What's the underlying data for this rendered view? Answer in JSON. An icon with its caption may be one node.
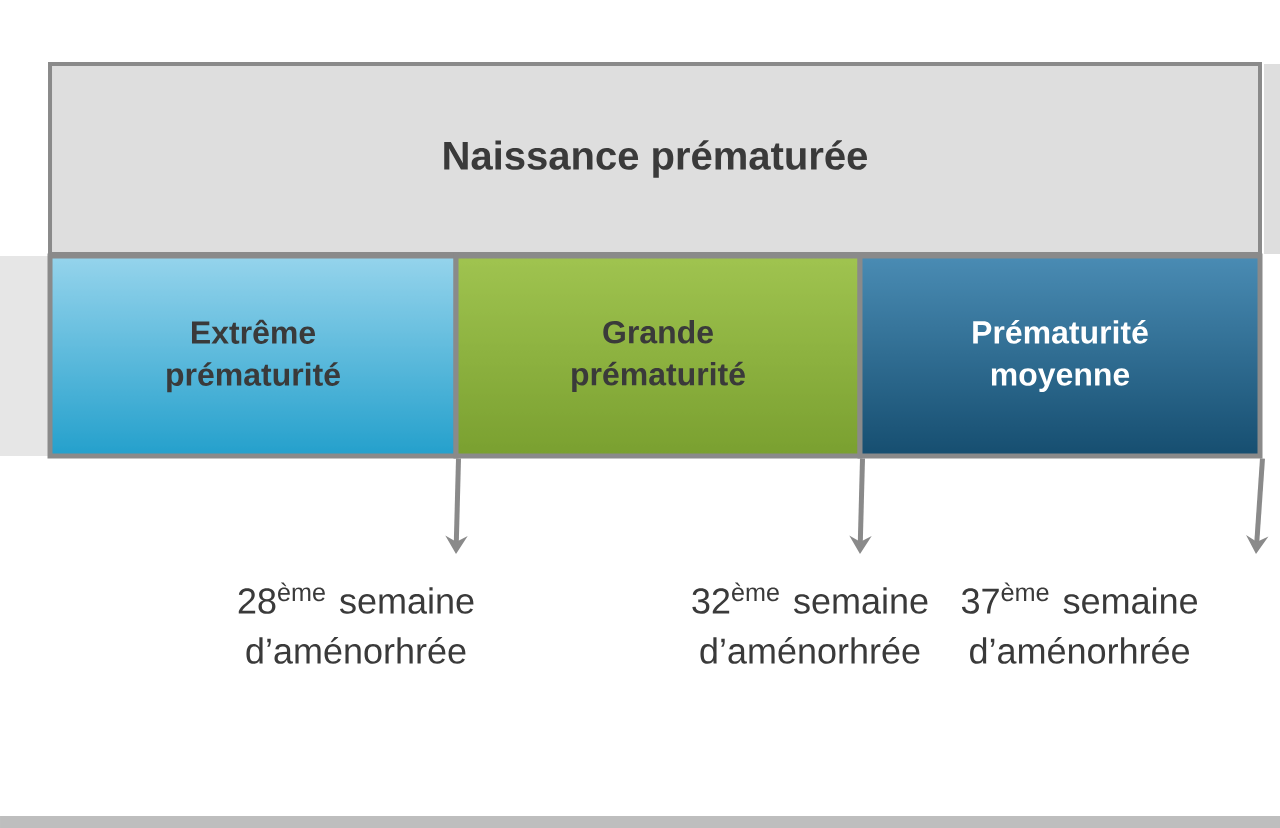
{
  "diagram": {
    "nodes": [
      {
        "text": [
          "Naissance prématurée"
        ]
      },
      {
        "text": [
          "Extrême prématurité"
        ]
      },
      {
        "text": [
          "Grande prématurité"
        ]
      },
      {
        "text": [
          "Prématurité moyenne"
        ]
      },
      {
        "text": [
          "28$^{ème}$ semaine d’aménorhrée"
        ]
      },
      {
        "text": [
          "32$^{ème}$ semaine d’aménorhrée"
        ]
      },
      {
        "text": [
          "37$^{ème}$ semaine d’aménorhrée"
        ]
      }
    ],
    "edges": [
      {
        "from": 1,
        "to": 4,
        "arrow": "to"
      },
      {
        "from": 2,
        "to": 5,
        "arrow": "to"
      },
      {
        "from": 3,
        "to": 6,
        "arrow": "to"
      }
    ]
  }
}
